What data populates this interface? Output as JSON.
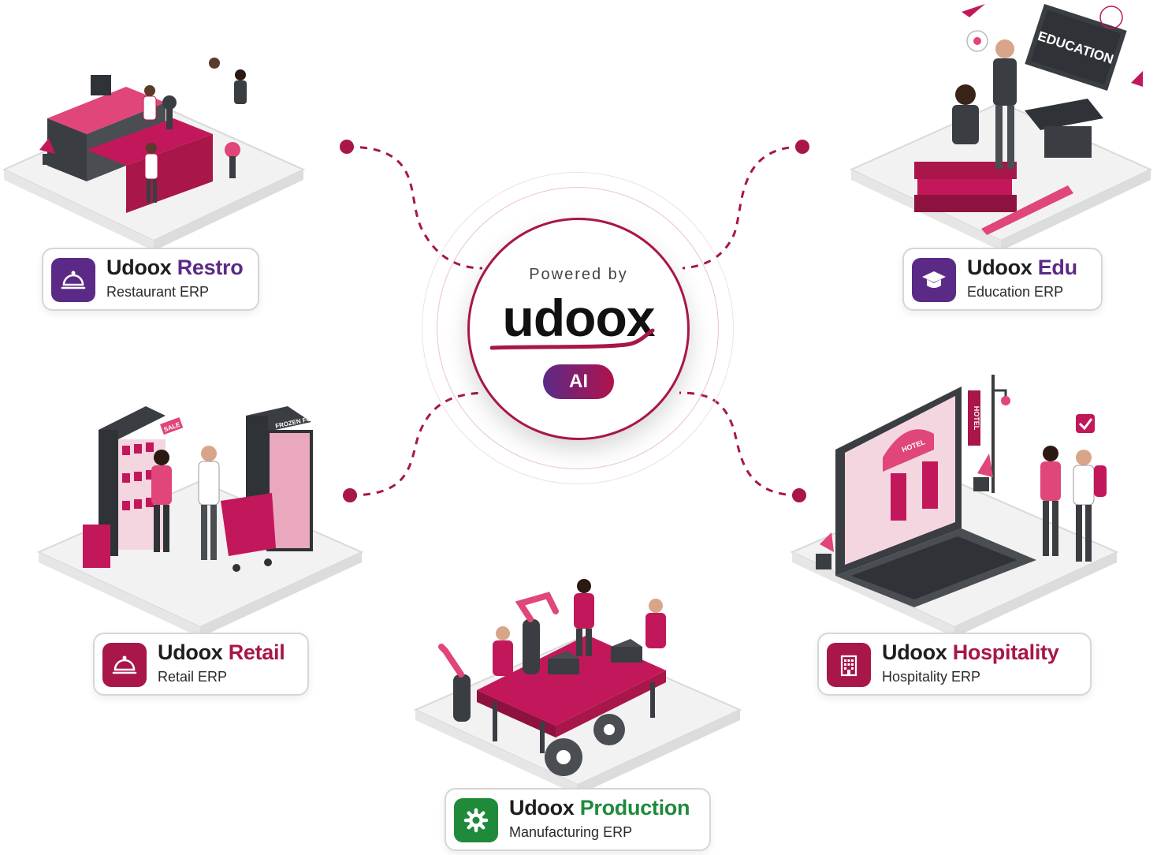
{
  "hub": {
    "powered_by": "Powered by",
    "brand": "udoox",
    "badge": "AI"
  },
  "colors": {
    "crimson": "#a8164a",
    "restro": "#5b2a86",
    "edu": "#5b2a86",
    "retail": "#a8164a",
    "hospitality": "#a8164a",
    "production": "#1f8a3a"
  },
  "modules": [
    {
      "id": "restro",
      "prefix": "Udoox",
      "name": "Restro",
      "subtitle": "Restaurant ERP",
      "icon": "cloche-icon"
    },
    {
      "id": "edu",
      "prefix": "Udoox",
      "name": "Edu",
      "subtitle": "Education ERP",
      "icon": "graduation-cap-icon"
    },
    {
      "id": "retail",
      "prefix": "Udoox",
      "name": "Retail",
      "subtitle": "Retail ERP",
      "icon": "cloche-icon"
    },
    {
      "id": "hospitality",
      "prefix": "Udoox",
      "name": "Hospitality",
      "subtitle": "Hospitality ERP",
      "icon": "hotel-building-icon"
    },
    {
      "id": "production",
      "prefix": "Udoox",
      "name": "Production",
      "subtitle": "Manufacturing ERP",
      "icon": "gear-icon"
    }
  ],
  "scene_labels": {
    "education_board": "EDUCATION",
    "frozen_food": "FROZEN FOOD",
    "sale_tag": "SALE",
    "hotel_sign": "HOTEL",
    "hotel_awning": "HOTEL"
  }
}
